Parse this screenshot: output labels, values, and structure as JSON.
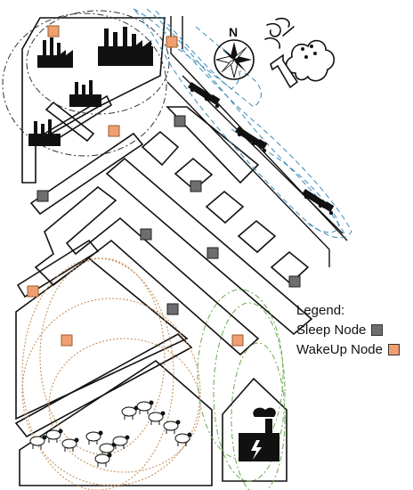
{
  "compass": {
    "label": "N"
  },
  "legend": {
    "title": "Legend:",
    "items": [
      {
        "key": "sleep",
        "label": "Sleep Node",
        "color": "#6e6e6e"
      },
      {
        "key": "wakeup",
        "label": "WakeUp Node",
        "color": "#f0a070"
      }
    ]
  },
  "colors": {
    "outline": "#111111",
    "sleep_node": "#6e6e6e",
    "wakeup_node": "#f0a070",
    "river_range": "#3a8ab5",
    "grazing_range": "#c8915c",
    "power_range": "#6aa84f",
    "factory_range": "#333333"
  },
  "icons": [
    "factory-icon",
    "truck-icon",
    "compass-rose-icon",
    "wind-icon",
    "cloud-icon",
    "arrow-icon",
    "sheep-icon",
    "power-plant-icon"
  ]
}
